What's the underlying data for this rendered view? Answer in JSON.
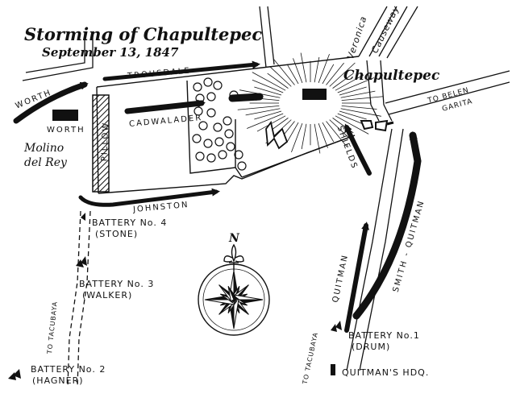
{
  "title": "Storming of Chapultepec",
  "subtitle": "September 13, 1847",
  "places": {
    "chapultepec": "Chapultepec",
    "molino": "Molino",
    "del_rey": "del Rey"
  },
  "roads": {
    "veronica": "Veronica",
    "causeway": "Causeway",
    "to_belen": "TO BELEN",
    "garita": "GARITA",
    "to_tacubaya_left": "TO TACUBAYA",
    "to_tacubaya_right": "TO TACUBAYA"
  },
  "units": {
    "worth_arrow": "WORTH",
    "worth_block": "WORTH",
    "trousdale": "TROUSDALE",
    "pillow": "PILLOW",
    "cadwalader": "CADWALADER",
    "johnston": "JOHNSTON",
    "shields": "SHIELDS",
    "quitman": "QUITMAN",
    "smith_quitman": "SMITH - QUITMAN"
  },
  "batteries": {
    "b4_name": "BATTERY No. 4",
    "b4_cmd": "(STONE)",
    "b3_name": "BATTERY No. 3",
    "b3_cmd": "(WALKER)",
    "b2_name": "BATTERY No. 2",
    "b2_cmd": "(HAGNER)",
    "b1_name": "BATTERY No.1",
    "b1_cmd": "(DRUM)",
    "hq": "QUITMAN'S HDQ."
  },
  "compass": {
    "north": "N"
  },
  "colors": {
    "ink": "#111111",
    "paper": "#ffffff"
  }
}
